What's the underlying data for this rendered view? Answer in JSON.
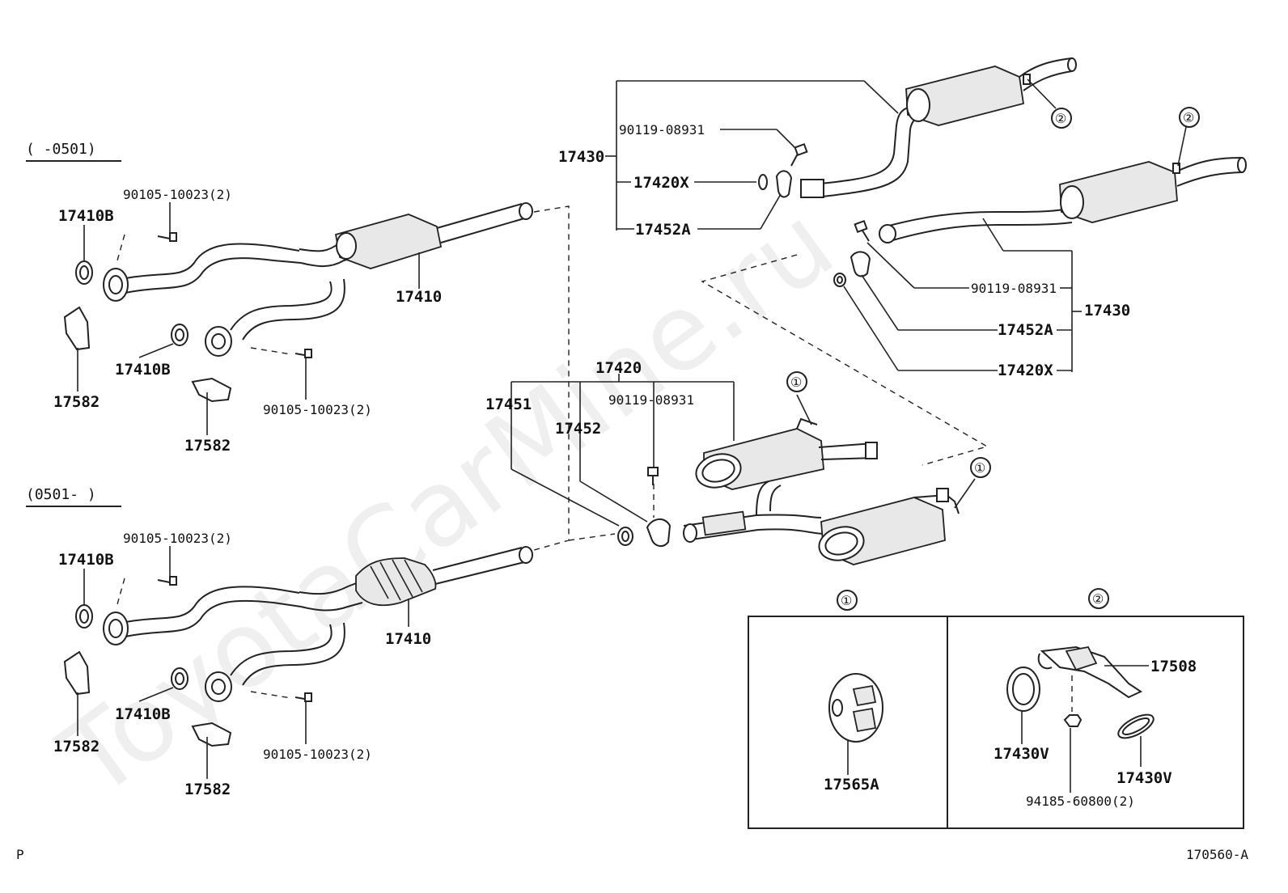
{
  "diagram": {
    "watermark": "ToyotaCarMine.ru",
    "footer_left": "P",
    "footer_right": "170560-A",
    "ranges": {
      "top": "(      -0501)",
      "bottom": "(0501-      )"
    },
    "callouts": {
      "one": "①",
      "two": "②"
    },
    "labels": {
      "l17410B_a": "17410B",
      "l90105_a": "90105-10023(2)",
      "l17410_a": "17410",
      "l17582_a": "17582",
      "l17410B_b": "17410B",
      "l17582_b": "17582",
      "l90105_b": "90105-10023(2)",
      "l17410B_c": "17410B",
      "l90105_c": "90105-10023(2)",
      "l17410_b": "17410",
      "l17582_c": "17582",
      "l17410B_d": "17410B",
      "l17582_d": "17582",
      "l90105_d": "90105-10023(2)",
      "l17430_a": "17430",
      "l90119_a": "90119-08931",
      "l17420X_a": "17420X",
      "l17452A_a": "17452A",
      "l90119_b": "90119-08931",
      "l17430_b": "17430",
      "l17452A_b": "17452A",
      "l17420X_b": "17420X",
      "l17420": "17420",
      "l17451": "17451",
      "l17452": "17452",
      "l90119_c": "90119-08931",
      "l17565A": "17565A",
      "l17508": "17508",
      "l17430V_a": "17430V",
      "l17430V_b": "17430V",
      "l94185": "94185-60800(2)"
    }
  }
}
